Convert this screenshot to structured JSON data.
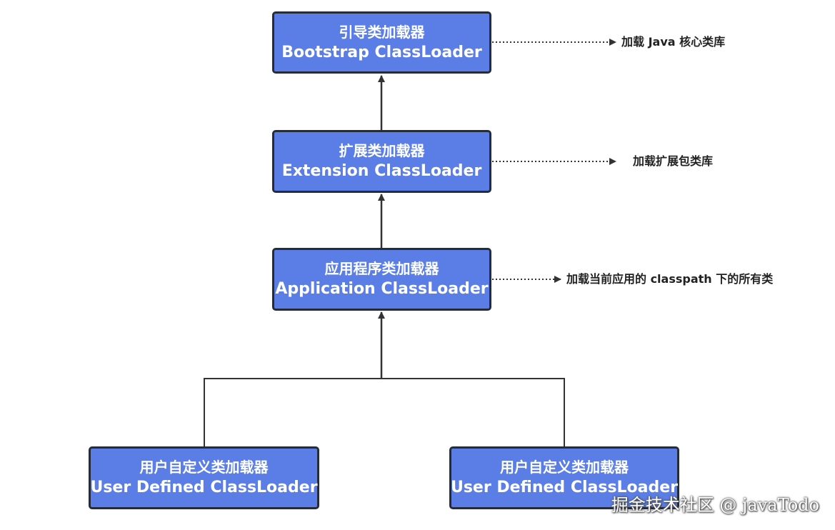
{
  "nodes": {
    "bootstrap": {
      "zh": "引导类加载器",
      "en": "Bootstrap ClassLoader"
    },
    "extension": {
      "zh": "扩展类加载器",
      "en": "Extension ClassLoader"
    },
    "application": {
      "zh": "应用程序类加载器",
      "en": "Application ClassLoader"
    },
    "user_left": {
      "zh": "用户自定义类加载器",
      "en": "User Defined ClassLoader"
    },
    "user_right": {
      "zh": "用户自定义类加载器",
      "en": "User Defined ClassLoader"
    }
  },
  "notes": {
    "bootstrap": "加载 Java 核心类库",
    "extension": "加载扩展包类库",
    "application": "加载当前应用的 classpath 下的所有类"
  },
  "watermark": "掘金技术社区 @ javaTodo",
  "colors": {
    "node_fill": "#5b7ee6",
    "node_border": "#262b3a",
    "connector": "#333333"
  }
}
